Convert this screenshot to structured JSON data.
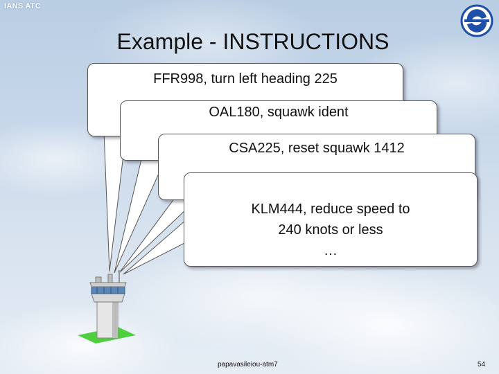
{
  "header": {
    "label": "IANS ATC"
  },
  "slide": {
    "title": "Example - INSTRUCTIONS"
  },
  "bubbles": [
    {
      "text": "FFR998, turn left heading 225"
    },
    {
      "text": "OAL180, squawk ident"
    },
    {
      "text": "CSA225, reset squawk 1412"
    },
    {
      "lines": [
        "KLM444, reduce speed to",
        "240 knots or less",
        "…"
      ]
    }
  ],
  "footer": {
    "author": "papavasileiou-atm7",
    "page": "54"
  },
  "colors": {
    "header_text": "#ffffff",
    "logo_blue": "#1f4fa8",
    "tower_green": "#4fcf3f"
  }
}
